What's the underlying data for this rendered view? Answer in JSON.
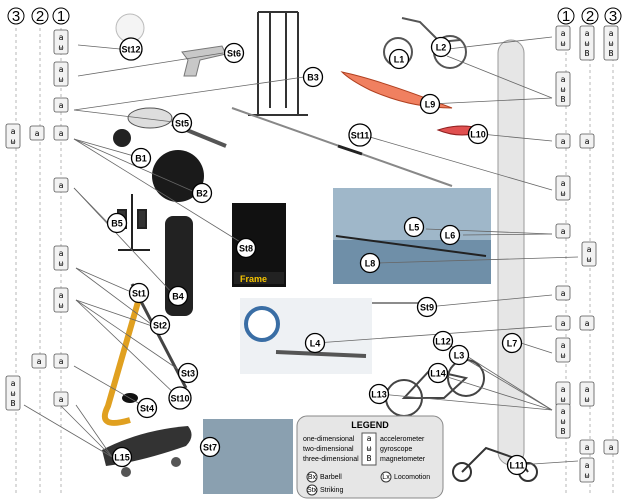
{
  "columns": {
    "left": [
      "3",
      "2",
      "1"
    ],
    "right": [
      "1",
      "2",
      "3"
    ]
  },
  "sensor_glyphs": {
    "accel": "a",
    "gyro": "ω",
    "mag": "B"
  },
  "devices": [
    {
      "id": "St12",
      "label": "St12"
    },
    {
      "id": "St6",
      "label": "St6"
    },
    {
      "id": "B3",
      "label": "B3"
    },
    {
      "id": "L1",
      "label": "L1"
    },
    {
      "id": "L2",
      "label": "L2"
    },
    {
      "id": "L9",
      "label": "L9"
    },
    {
      "id": "St5",
      "label": "St5"
    },
    {
      "id": "B1",
      "label": "B1"
    },
    {
      "id": "B2",
      "label": "B2"
    },
    {
      "id": "St11",
      "label": "St11"
    },
    {
      "id": "L10",
      "label": "L10"
    },
    {
      "id": "B5",
      "label": "B5"
    },
    {
      "id": "St8",
      "label": "St8"
    },
    {
      "id": "B4",
      "label": "B4"
    },
    {
      "id": "L5",
      "label": "L5"
    },
    {
      "id": "L6",
      "label": "L6"
    },
    {
      "id": "L8",
      "label": "L8"
    },
    {
      "id": "St1",
      "label": "St1"
    },
    {
      "id": "St2",
      "label": "St2"
    },
    {
      "id": "St9",
      "label": "St9"
    },
    {
      "id": "L4",
      "label": "L4"
    },
    {
      "id": "L12",
      "label": "L12"
    },
    {
      "id": "L3",
      "label": "L3"
    },
    {
      "id": "L7",
      "label": "L7"
    },
    {
      "id": "St3",
      "label": "St3"
    },
    {
      "id": "L14",
      "label": "L14"
    },
    {
      "id": "St4",
      "label": "St4"
    },
    {
      "id": "St10",
      "label": "St10"
    },
    {
      "id": "L13",
      "label": "L13"
    },
    {
      "id": "L15",
      "label": "L15"
    },
    {
      "id": "St7",
      "label": "St7"
    },
    {
      "id": "L11",
      "label": "L11"
    }
  ],
  "photo_text": {
    "frame": "Frame"
  },
  "legend": {
    "title": "LEGEND",
    "rows": [
      {
        "dim": "one-dimensional",
        "glyph": "a",
        "sensor": "accelerometer"
      },
      {
        "dim": "two-dimensional",
        "glyph": "ω",
        "sensor": "gyroscope"
      },
      {
        "dim": "three-dimensional",
        "glyph": "B",
        "sensor": "magnetometer"
      }
    ],
    "symbols": [
      {
        "code": "Bx",
        "name": "Barbell"
      },
      {
        "code": "Lx",
        "name": "Locomotion"
      },
      {
        "code": "Stx",
        "name": "Striking"
      }
    ]
  }
}
